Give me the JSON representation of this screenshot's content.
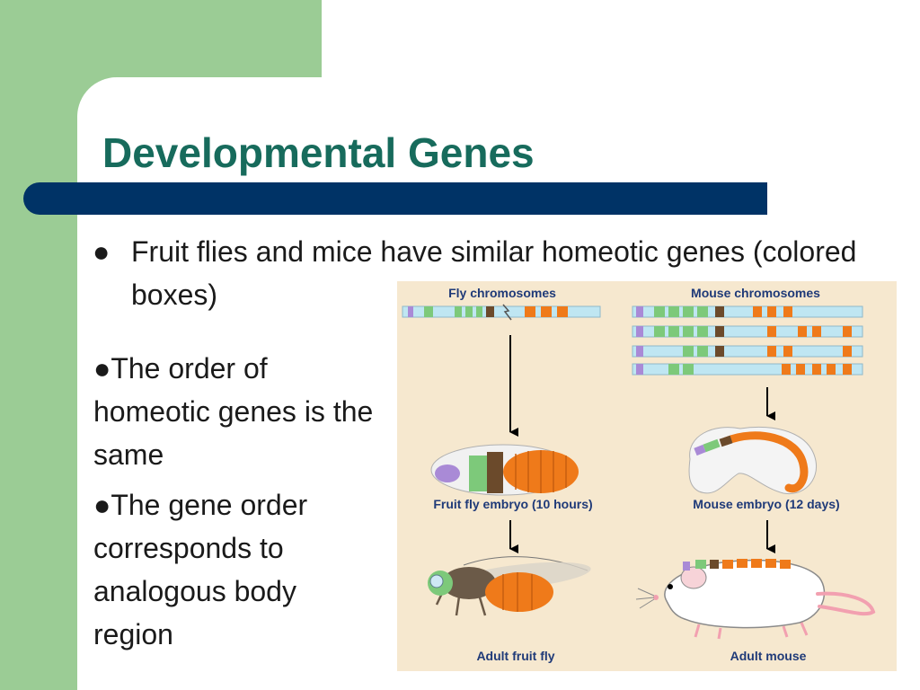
{
  "slide": {
    "title": "Developmental Genes",
    "bullet": "Fruit flies and mice have similar homeotic genes (colored boxes)",
    "sub_bullets": [
      "●The order of homeotic genes is the same",
      "●The gene order corresponds to analogous body region"
    ]
  },
  "figure": {
    "fly_chromosomes": "Fly chromosomes",
    "mouse_chromosomes": "Mouse chromosomes",
    "fly_embryo": "Fruit fly embryo (10 hours)",
    "mouse_embryo": "Mouse embryo (12 days)",
    "adult_fly": "Adult fruit fly",
    "adult_mouse": "Adult mouse"
  },
  "colors": {
    "title": "#176b5c",
    "band": "#9bcc95",
    "rule": "#003366",
    "figure_bg": "#f6e8cf",
    "gene_purple": "#a98ad6",
    "gene_green": "#7dc97a",
    "gene_brown": "#6b4a2b",
    "gene_orange": "#ef7a1a"
  }
}
